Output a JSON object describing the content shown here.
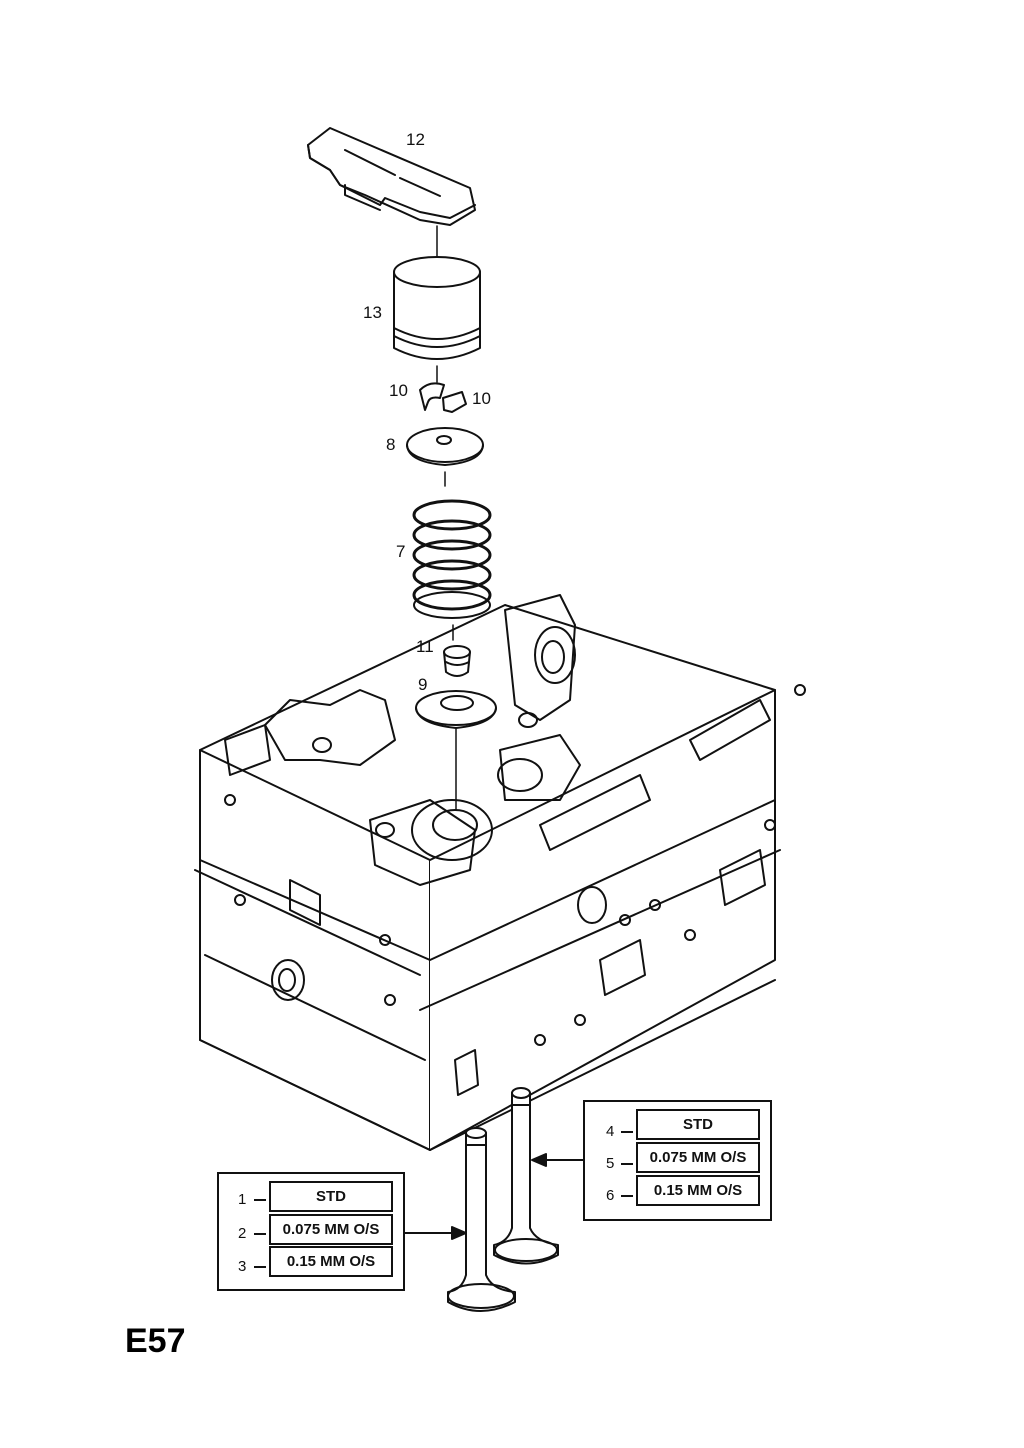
{
  "figure_code": "E57",
  "callouts": [
    {
      "id": "12",
      "label": "12"
    },
    {
      "id": "13",
      "label": "13"
    },
    {
      "id": "10a",
      "label": "10"
    },
    {
      "id": "10b",
      "label": "10"
    },
    {
      "id": "8",
      "label": "8"
    },
    {
      "id": "7",
      "label": "7"
    },
    {
      "id": "11",
      "label": "11"
    },
    {
      "id": "9",
      "label": "9"
    }
  ],
  "variant_tables": [
    {
      "rows": [
        {
          "num": "1",
          "label": "STD"
        },
        {
          "num": "2",
          "label": "0.075  MM O/S"
        },
        {
          "num": "3",
          "label": "0.15  MM O/S"
        }
      ]
    },
    {
      "rows": [
        {
          "num": "4",
          "label": "STD"
        },
        {
          "num": "5",
          "label": "0.075  MM O/S"
        },
        {
          "num": "6",
          "label": "0.15  MM O/S"
        }
      ]
    }
  ]
}
